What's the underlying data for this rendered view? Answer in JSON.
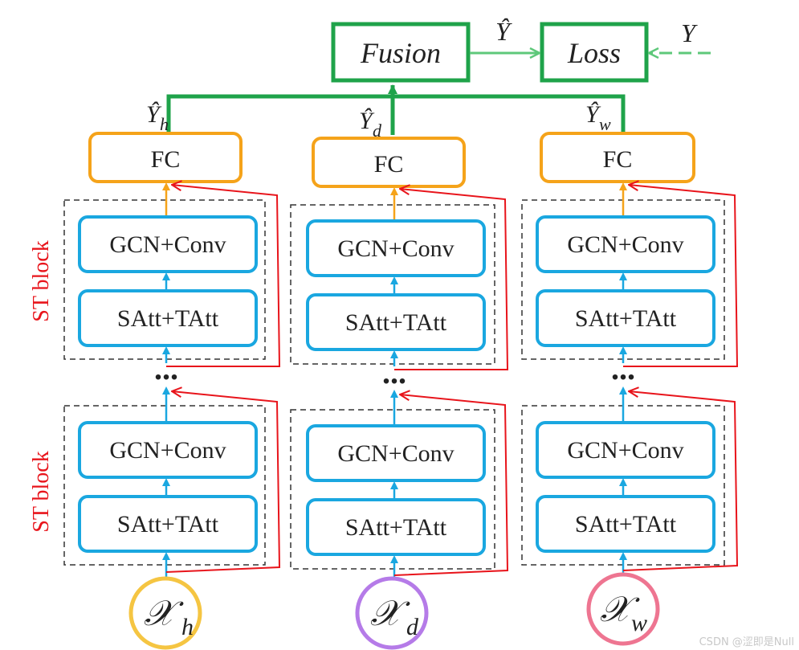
{
  "top": {
    "fusion": "Fusion",
    "loss": "Loss",
    "y_hat": "Ŷ",
    "y": "Y"
  },
  "columns": [
    {
      "id": "h",
      "fc": "FC",
      "gcn": "GCN+Conv",
      "satt": "SAtt+TAtt",
      "yhat_base": "Ŷ",
      "yhat_sub": "h",
      "input_base": "𝒳",
      "input_sub": "h",
      "circle_color": "#f5c542"
    },
    {
      "id": "d",
      "fc": "FC",
      "gcn": "GCN+Conv",
      "satt": "SAtt+TAtt",
      "yhat_base": "Ŷ",
      "yhat_sub": "d",
      "input_base": "𝒳",
      "input_sub": "d",
      "circle_color": "#b57be8"
    },
    {
      "id": "w",
      "fc": "FC",
      "gcn": "GCN+Conv",
      "satt": "SAtt+TAtt",
      "yhat_base": "Ŷ",
      "yhat_sub": "w",
      "input_base": "𝒳",
      "input_sub": "w",
      "circle_color": "#ee7591"
    }
  ],
  "block_label": "ST block",
  "ellipsis": "...",
  "watermark": "CSDN @涩即是Null",
  "colors": {
    "green": "#1fa34a",
    "light_green": "#5ec87a",
    "orange": "#f5a31a",
    "blue": "#1aa7e0",
    "red": "#e8141b",
    "dash": "#333333"
  }
}
